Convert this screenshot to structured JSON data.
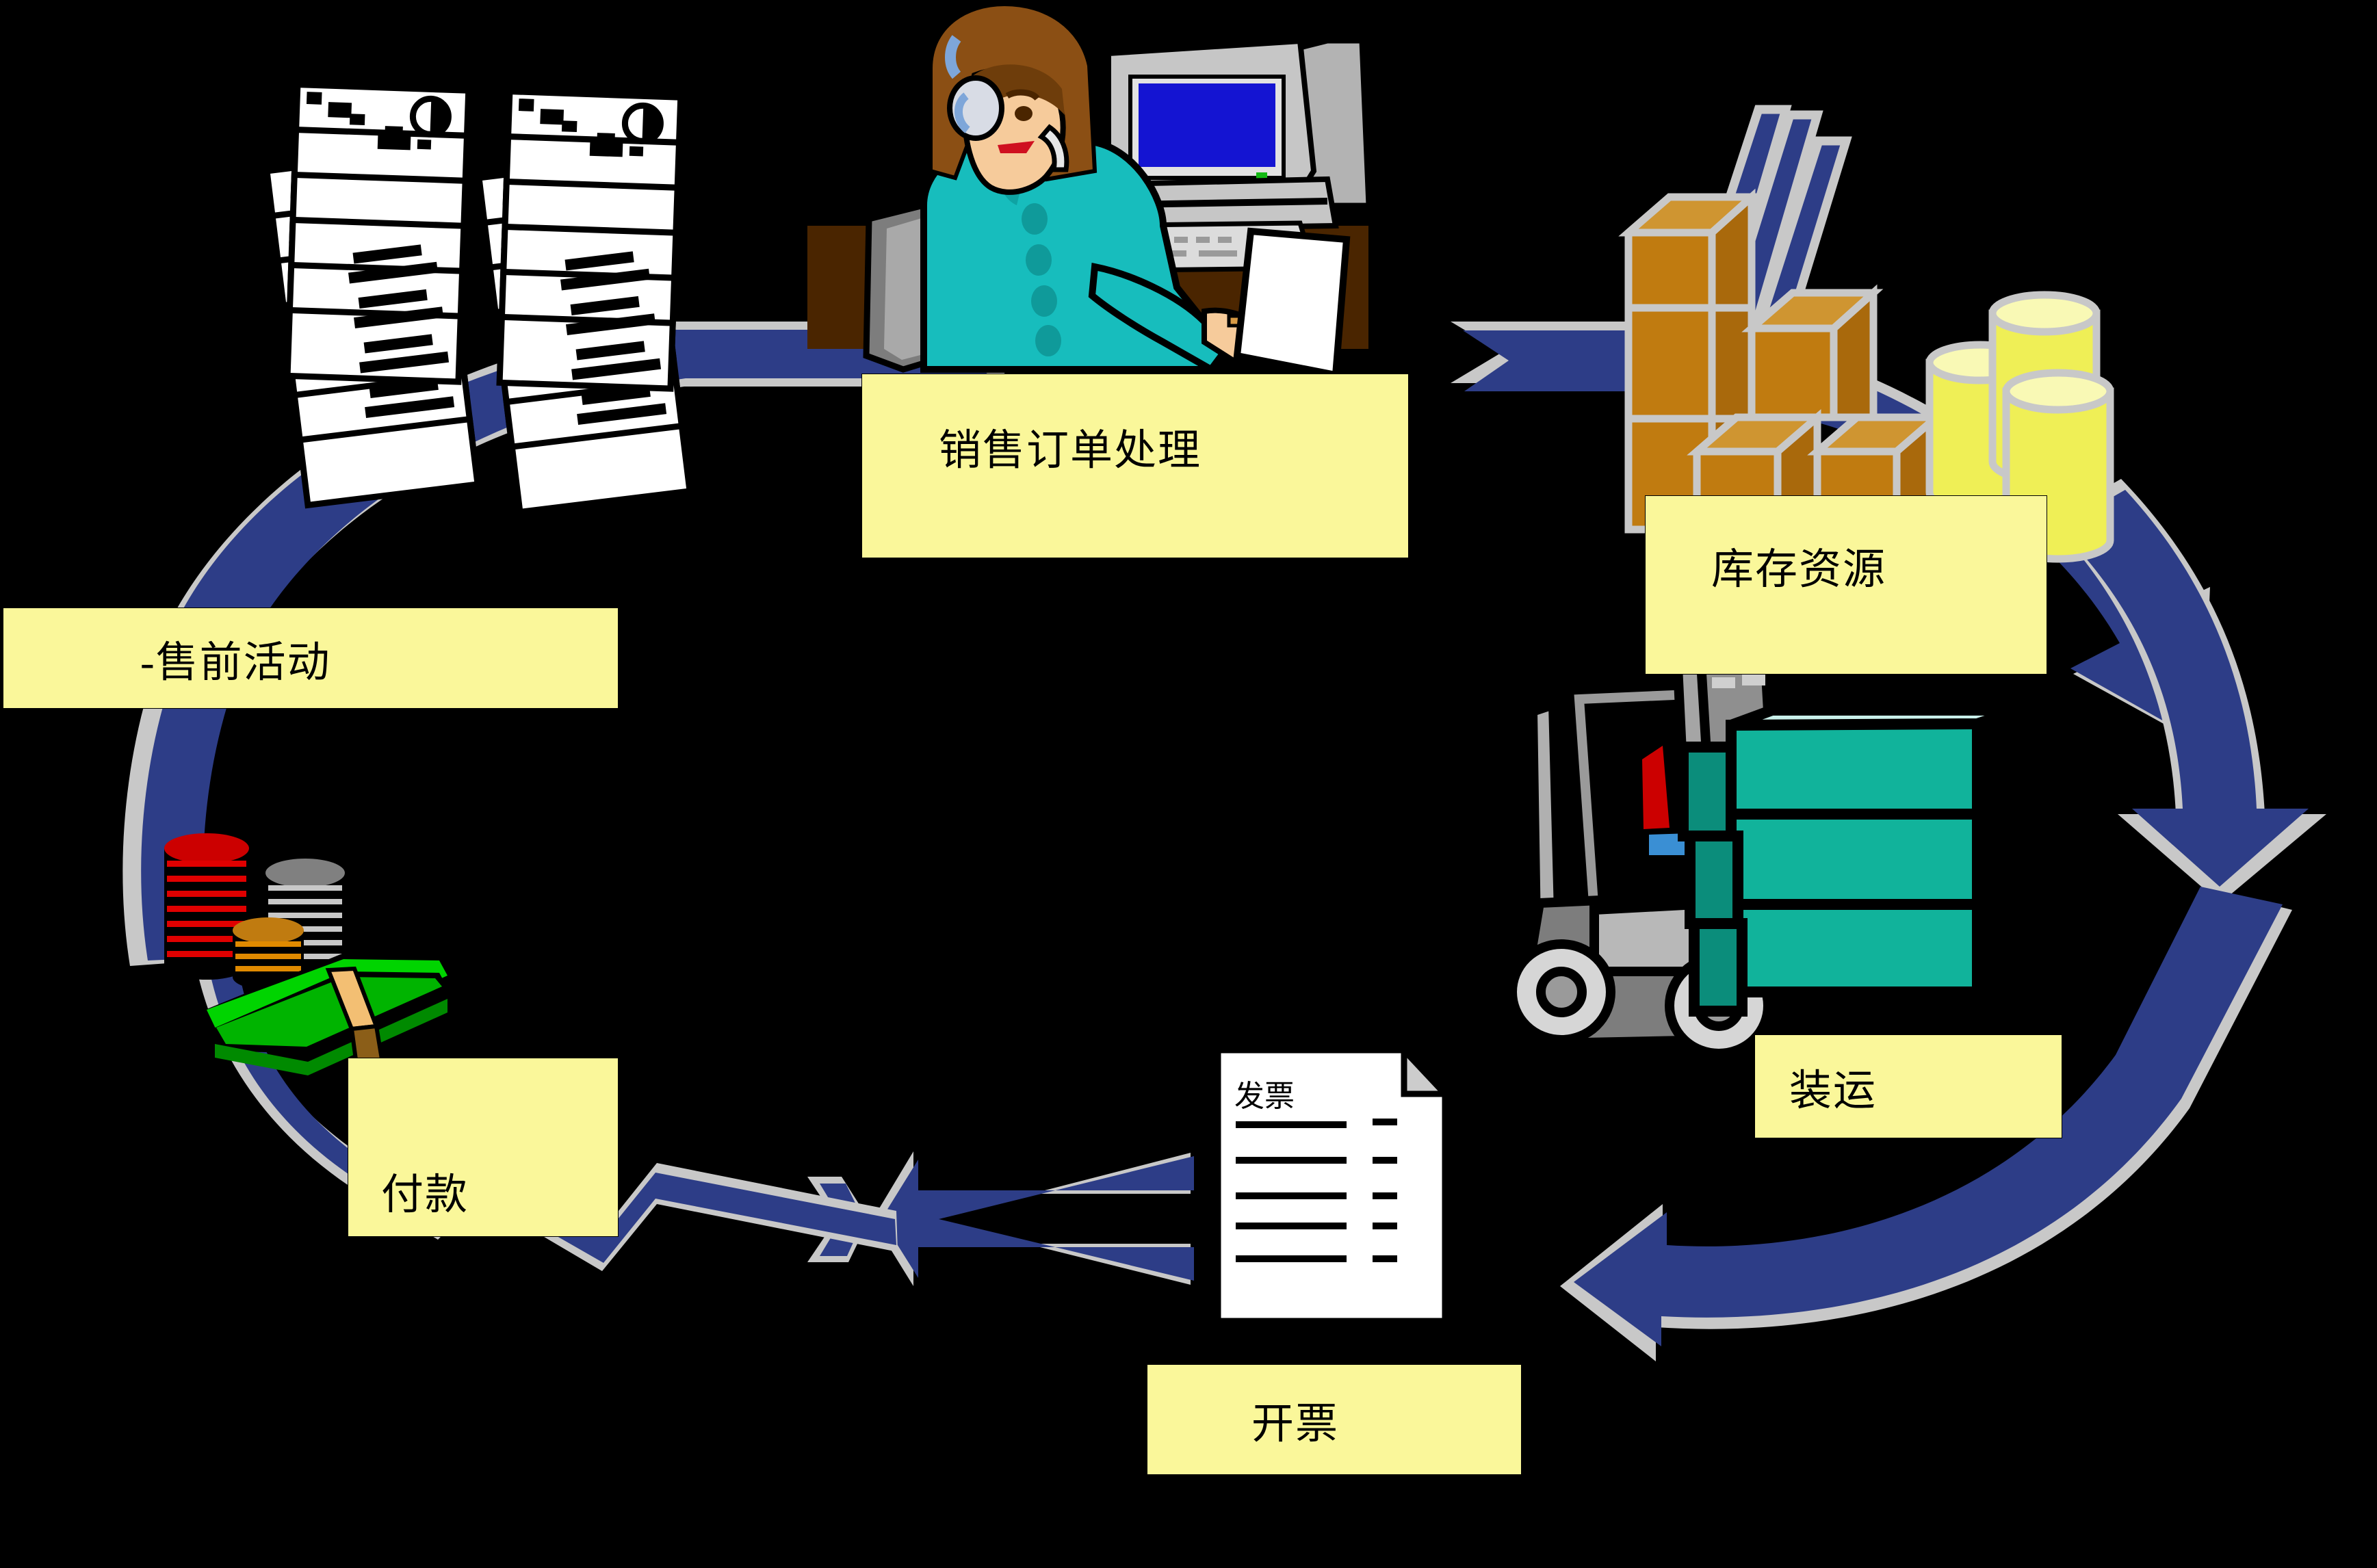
{
  "diagram": {
    "title": "Order-to-Cash Process Cycle",
    "background_color": "#000000",
    "arrow_color": "#2d3d87",
    "arrow_edge_color": "#c8c8c8",
    "label_fill": "#faf79a",
    "label_border": "#000000"
  },
  "labels": {
    "presales": "-售前活动",
    "sales_order_processing": "销售订单处理",
    "inventory_resources": "库存资源",
    "shipping": "装运",
    "billing": "开票",
    "payment": "付款"
  },
  "artwork": {
    "invoice_heading": "发票",
    "document_stack_left_name": "letter-stack-left",
    "document_stack_right_name": "letter-stack-right",
    "operator_name": "call-center-operator",
    "monitor_screen_color": "#1414d2",
    "operator_shirt_color": "#17bdbd",
    "operator_hair_color": "#8b4f14",
    "inventory_box_color": "#c07b10",
    "coin_stack_color": "#efef56",
    "forklift_crate_color": "#11b39b",
    "cash_color": "#00d400",
    "chip_red": "#cc0000",
    "chip_gray": "#808080",
    "chip_orange": "#e08a00"
  },
  "chart_data": {
    "type": "diagram",
    "cycle": "clockwise",
    "steps": [
      {
        "order": 1,
        "label": "-售前活动",
        "icon": "letter-stacks"
      },
      {
        "order": 2,
        "label": "销售订单处理",
        "icon": "call-center-operator"
      },
      {
        "order": 3,
        "label": "库存资源",
        "icon": "boxes-and-coins"
      },
      {
        "order": 4,
        "label": "装运",
        "icon": "forklift-with-crates"
      },
      {
        "order": 5,
        "label": "开票",
        "icon": "invoice-document"
      },
      {
        "order": 6,
        "label": "付款",
        "icon": "cash-and-chips"
      }
    ]
  }
}
